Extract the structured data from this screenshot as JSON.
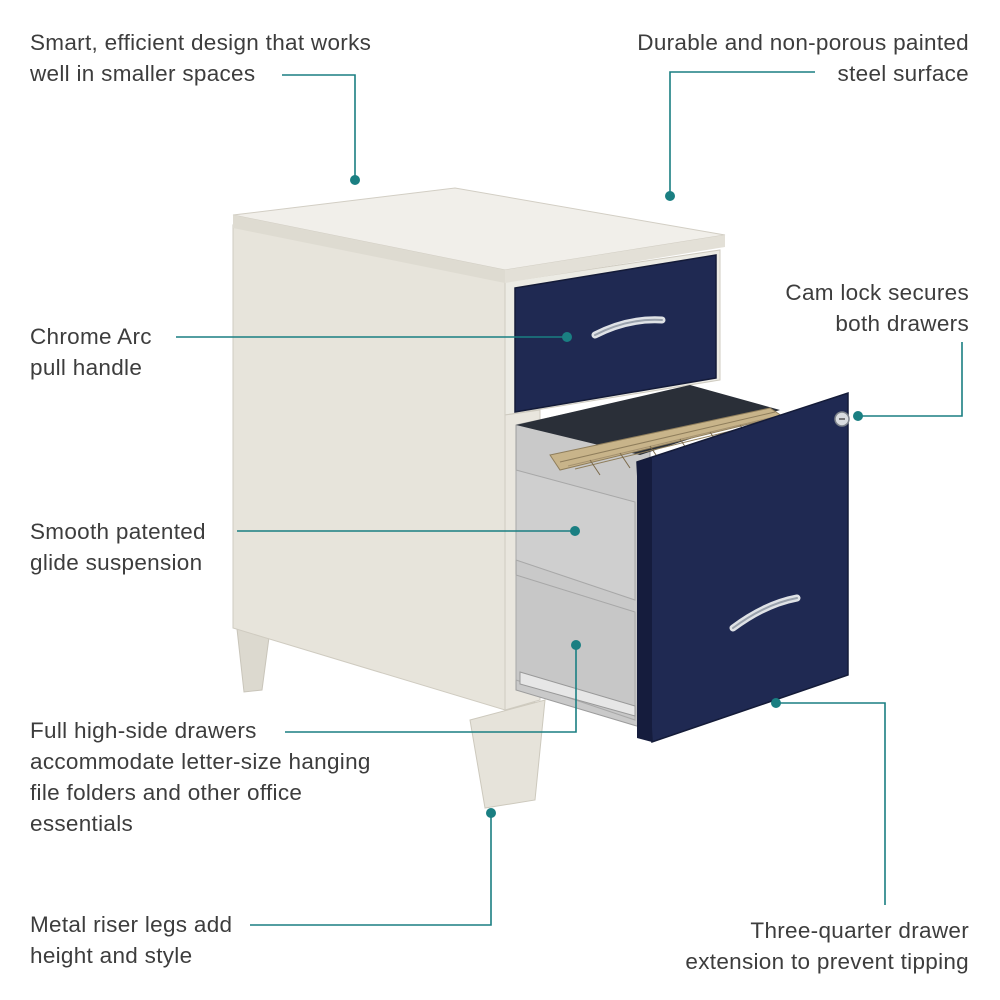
{
  "accent_color": "#1a7f82",
  "drawer_color": "#1f2952",
  "cabinet_color": "#e4e1d8",
  "callouts": {
    "design": {
      "line1": "Smart, efficient design that works",
      "line2": "well in smaller spaces"
    },
    "surface": {
      "line1": "Durable and non-porous painted",
      "line2": "steel surface"
    },
    "camlock": {
      "line1": "Cam lock secures",
      "line2": "both drawers"
    },
    "handle": {
      "line1": "Chrome Arc",
      "line2": "pull handle"
    },
    "glide": {
      "line1": "Smooth patented",
      "line2": "glide suspension"
    },
    "drawers": {
      "line1": "Full high-side drawers",
      "line2": "accommodate letter-size hanging",
      "line3": "file folders and other office",
      "line4": "essentials"
    },
    "legs": {
      "line1": "Metal riser legs add",
      "line2": "height and style"
    },
    "extension": {
      "line1": "Three-quarter drawer",
      "line2": "extension to prevent tipping"
    }
  }
}
